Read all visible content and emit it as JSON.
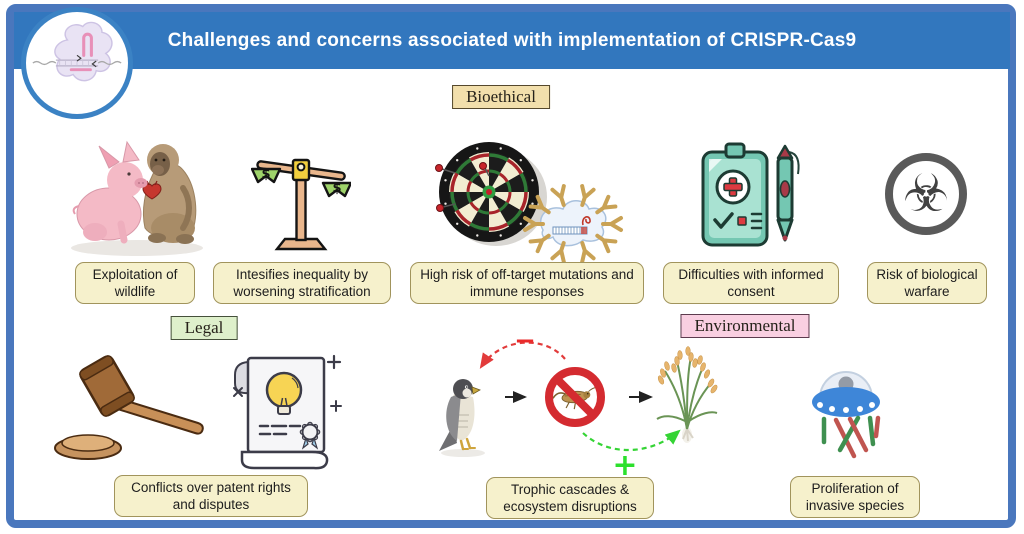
{
  "palette": {
    "frame_border": "#4a77bd",
    "header_bg": "#3277be",
    "header_text": "#ffffff",
    "category_bioethical_bg": "#f2dfac",
    "category_legal_bg": "#def0cb",
    "category_environmental_bg": "#f9cfe1",
    "label_box_bg": "#f6f1cc",
    "label_box_border": "#a1945c"
  },
  "header": {
    "title": "Challenges and concerns associated with implementation of CRISPR-Cas9",
    "logo_icon": "crispr-cas9-complex"
  },
  "categories": [
    {
      "label": "Bioethical"
    },
    {
      "label": "Legal"
    },
    {
      "label": "Environmental"
    }
  ],
  "items": [
    {
      "icon": "pig-and-baboon",
      "label": "Exploitation of wildlife"
    },
    {
      "icon": "unbalanced-money-scale",
      "label": "Intesifies inequality by worsening stratification"
    },
    {
      "icon": "dartboard-and-antibodies",
      "label": "High risk of off-target mutations and immune responses"
    },
    {
      "icon": "medical-clipboard-and-pen",
      "label": "Difficulties with informed consent"
    },
    {
      "icon": "biohazard-symbol",
      "label": "Risk of biological warfare"
    },
    {
      "icon": "gavel-and-patent-scroll",
      "label": "Conflicts over patent rights and disputes"
    },
    {
      "icon": "falcon-banned-insect-rice-food-chain",
      "label": "Trophic cascades & ecosystem disruptions"
    },
    {
      "icon": "ufo-with-invasive-species",
      "label": "Proliferation of invasive species"
    }
  ],
  "glyphs": {
    "biohazard": "☣",
    "dollar": "$",
    "negative_effect": "−",
    "positive_effect": "+"
  }
}
